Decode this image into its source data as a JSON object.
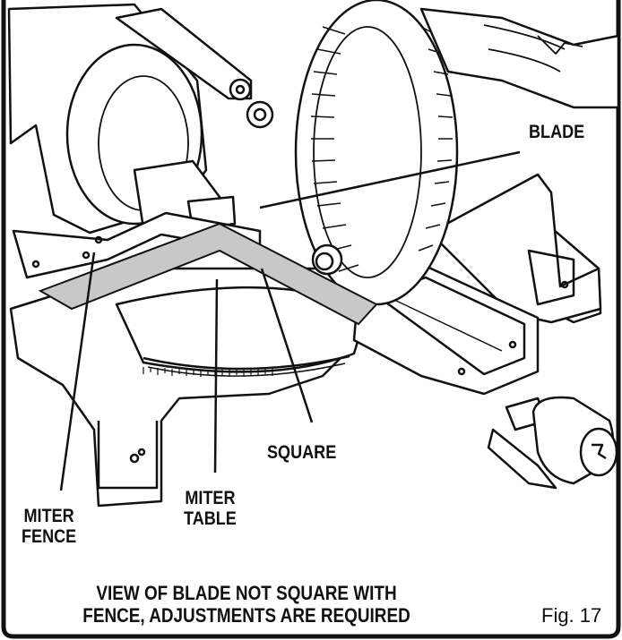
{
  "labels": {
    "blade": "BLADE",
    "square": "SQUARE",
    "miter_table_line1": "MITER",
    "miter_table_line2": "TABLE",
    "miter_fence_line1": "MITER",
    "miter_fence_line2": "FENCE"
  },
  "caption": {
    "line1": "VIEW OF BLADE NOT SQUARE WITH",
    "line2": "FENCE, ADJUSTMENTS ARE REQUIRED"
  },
  "figure_number": "Fig. 17",
  "colors": {
    "ink": "#111111",
    "square_fill": "#c8c8c8",
    "paper": "#ffffff"
  }
}
